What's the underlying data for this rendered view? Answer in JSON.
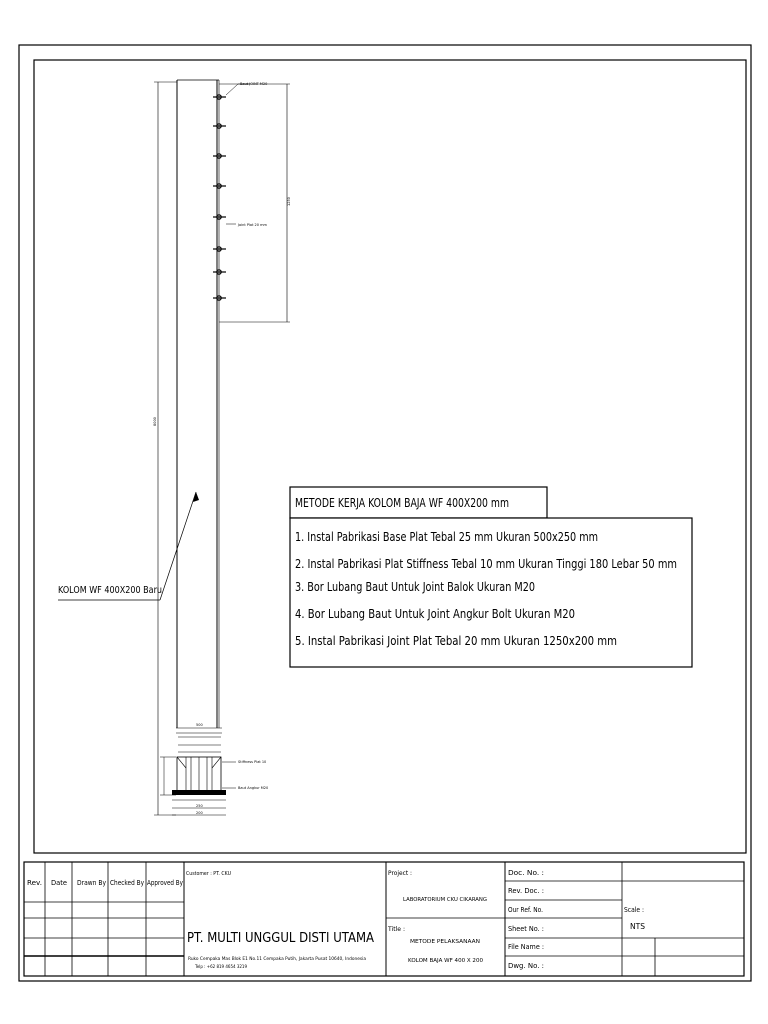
{
  "drawing": {
    "column_label": "KOLOM WF 400X200 Baru",
    "top_callouts": [
      "Baut JOINT M20",
      "Joint Plat 20 mm"
    ],
    "top_dim": "1250",
    "column_dim": "8000",
    "base_callouts": [
      "Stiffness Plat 10",
      "Baut Angkur M20"
    ],
    "base_dims": [
      "500",
      "250",
      "200"
    ]
  },
  "method": {
    "title": "METODE KERJA KOLOM BAJA WF 400X200 mm",
    "steps": [
      "1. Instal Pabrikasi Base Plat Tebal 25 mm Ukuran 500x250 mm",
      "2. Instal Pabrikasi Plat Stiffness Tebal 10 mm Ukuran Tinggi 180  Lebar 50 mm",
      "3. Bor Lubang Baut Untuk Joint Balok Ukuran M20",
      "4. Bor Lubang Baut Untuk Joint Angkur Bolt Ukuran M20",
      "5. Instal Pabrikasi Joint Plat Tebal  20 mm Ukuran  1250x200 mm"
    ]
  },
  "titleblock": {
    "rev": "Rev.",
    "date": "Date",
    "drawn_by": "Drawn By",
    "checked_by": "Checked By",
    "approved_by": "Approved By",
    "customer": "Customer : PT. CKU",
    "company": "PT. MULTI UNGGUL DISTI UTAMA",
    "address": "Ruko Cempaka Mas Blok E1 No.11 Cempaka Putih, Jakarta Pusat 10640, Indonesia",
    "phone": "Telp : +62 819 4654 3219",
    "project_label": "Project :",
    "project": "LABORATORIUM CKU CIKARANG",
    "title_label": "Title :",
    "title_line1": "METODE PELAKSANAAN",
    "title_line2": "KOLOM BAJA WF 400 X 200",
    "doc_no": "Doc. No.   :",
    "rev_doc": "Rev. Doc.   :",
    "our_ref": "Our Ref. No.",
    "sheet_no": "Sheet No.   :",
    "file_name": "File Name   :",
    "dwg_no": "Dwg. No.   :",
    "scale_label": "Scale :",
    "scale_value": "NTS"
  }
}
